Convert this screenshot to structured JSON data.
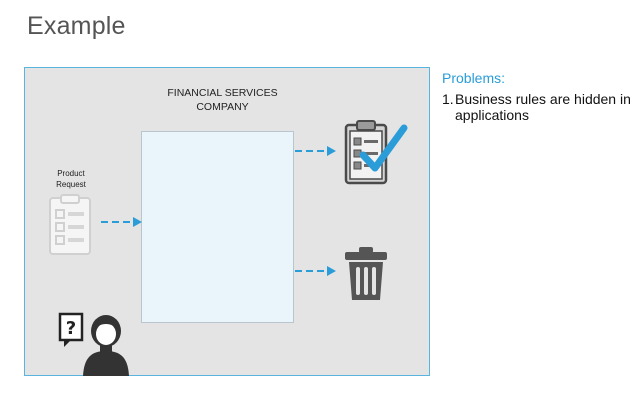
{
  "slide": {
    "title": "Example"
  },
  "diagram": {
    "company": {
      "title_line1": "FINANCIAL SERVICES",
      "title_line2": "COMPANY"
    },
    "request": {
      "label_line1": "Product",
      "label_line2": "Request"
    },
    "icons": {
      "request": "clipboard-form-icon",
      "approved": "clipboard-checkmark-icon",
      "rejected": "trash-can-icon",
      "customer": "person-question-icon"
    },
    "colors": {
      "frame_border": "#5ab4e0",
      "arrow": "#2a9dd8",
      "background": "#e4e4e4",
      "company_box": "#eaf4fb"
    }
  },
  "problems": {
    "title": "Problems:",
    "items": [
      {
        "number": "1.",
        "text": "Business rules are hidden in applications"
      }
    ]
  }
}
